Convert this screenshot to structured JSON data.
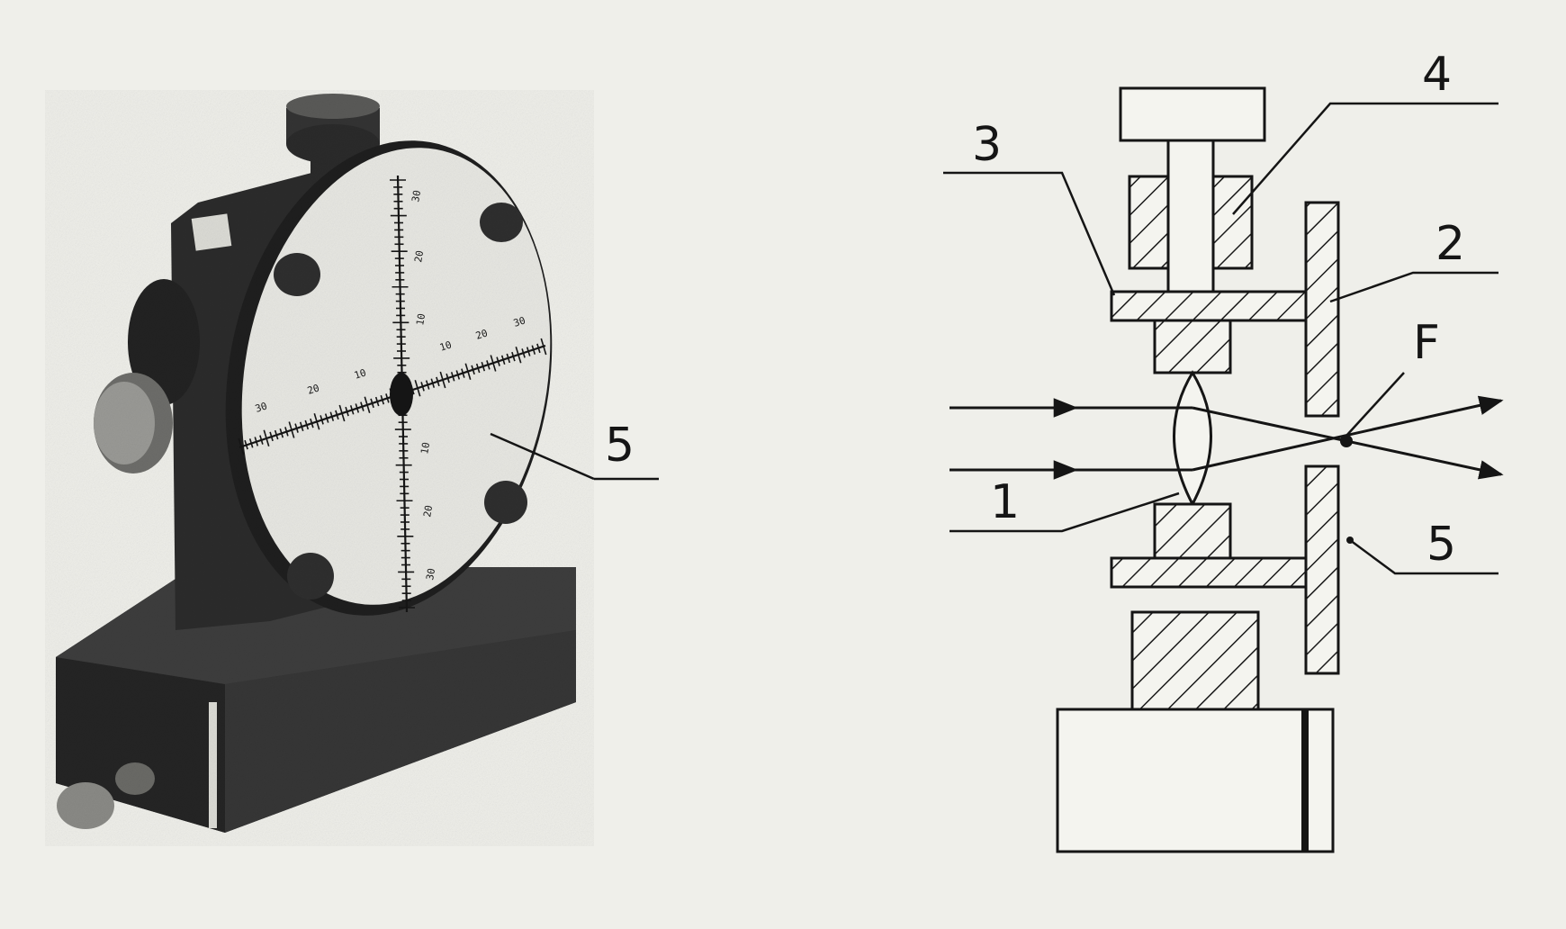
{
  "photo": {
    "callout_label": "5",
    "dial": {
      "vertical_scale_labels": [
        "30",
        "20",
        "10",
        "10",
        "20",
        "30"
      ],
      "horizontal_scale_labels": [
        "30",
        "20",
        "10",
        "10",
        "20",
        "30"
      ]
    }
  },
  "schematic": {
    "labels": {
      "part_1": "1",
      "part_2": "2",
      "part_3": "3",
      "part_4": "4",
      "part_5": "5",
      "focal_point": "F"
    }
  },
  "colors": {
    "paper": "#efefea",
    "ink": "#151515",
    "dark_metal": "#2b2b2b",
    "dial_face": "#e8e8e3"
  }
}
